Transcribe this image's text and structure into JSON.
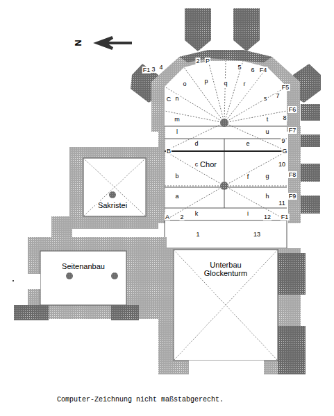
{
  "diagram": {
    "caption": "Computer-Zeichnung nicht maßstabgerecht.",
    "nodes": [
      {
        "text": [
          "Chor"
        ]
      },
      {
        "text": [
          "Sakristei"
        ]
      },
      {
        "text": [
          "Seitenanbau"
        ]
      },
      {
        "text": [
          "Unterbau Glockenturm"
        ]
      }
    ],
    "labels": [
      "N",
      "F1",
      "3",
      "4",
      "2",
      "P",
      "5",
      "6",
      "F4",
      "n",
      "o",
      "p",
      "q",
      "r",
      "s",
      "C",
      "F5",
      "7",
      "F6",
      "8",
      "m",
      "t",
      "F7",
      "l",
      "u",
      "9",
      "d",
      "e",
      "B",
      "G",
      "c",
      "10",
      "b",
      "g",
      "f",
      "F8",
      "a",
      "h",
      "F9",
      "11",
      "k",
      "i",
      "A",
      "2",
      "12",
      "F1",
      "1",
      "13"
    ]
  }
}
